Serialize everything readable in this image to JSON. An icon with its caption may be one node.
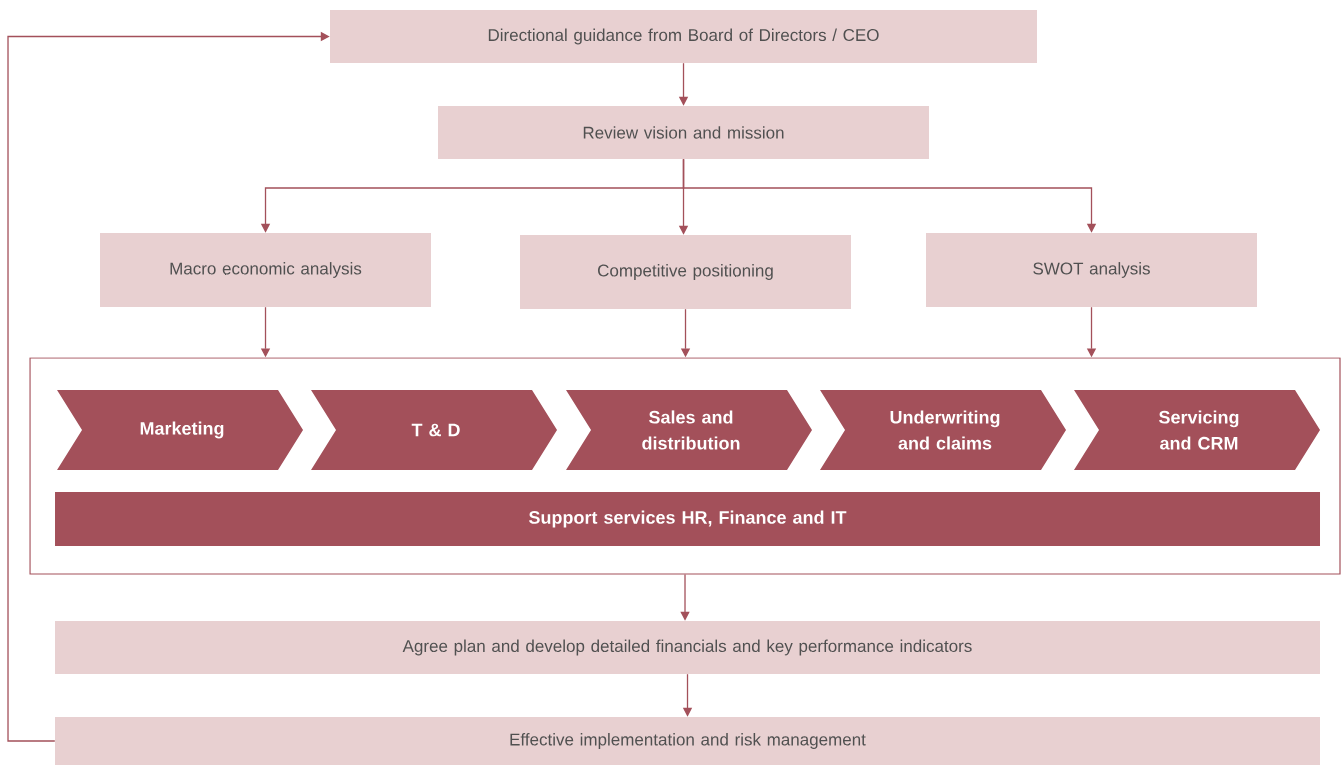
{
  "diagram": {
    "nodes": [
      {
        "text": [
          "Directional guidance from Board of Directors / CEO"
        ]
      },
      {
        "text": [
          "Review vision and mission"
        ]
      },
      {
        "text": [
          "Macro economic analysis"
        ]
      },
      {
        "text": [
          "Competitive positioning"
        ]
      },
      {
        "text": [
          "SWOT analysis"
        ]
      },
      {
        "text": [],
        "shape": "box"
      },
      {
        "text": [
          "Marketing"
        ],
        "in": 5
      },
      {
        "text": [
          "T & D"
        ],
        "in": 5
      },
      {
        "text": [
          "Sales and distribution"
        ],
        "in": 5
      },
      {
        "text": [
          "Underwriting and claims"
        ],
        "in": 5
      },
      {
        "text": [
          "Servicing and CRM"
        ],
        "in": 5
      },
      {
        "text": [
          "Support services HR, Finance and IT"
        ],
        "in": 5
      },
      {
        "text": [
          "Agree plan and develop detailed financials and key performance indicators"
        ]
      },
      {
        "text": [
          "Effective implementation and risk management"
        ]
      }
    ],
    "edges": [
      {
        "from": 0,
        "to": 1,
        "arrow": "to"
      },
      {
        "from": 1,
        "to": 2,
        "arrow": "to"
      },
      {
        "from": 1,
        "to": 3,
        "arrow": "to"
      },
      {
        "from": 1,
        "to": 4,
        "arrow": "to"
      },
      {
        "from": 2,
        "to": 5,
        "arrow": "to"
      },
      {
        "from": 3,
        "to": 5,
        "arrow": "to"
      },
      {
        "from": 4,
        "to": 5,
        "arrow": "to"
      },
      {
        "from": 5,
        "to": 12,
        "arrow": "to"
      },
      {
        "from": 12,
        "to": 13,
        "arrow": "to"
      },
      {
        "from": 13,
        "to": 0,
        "arrow": "to"
      }
    ]
  }
}
